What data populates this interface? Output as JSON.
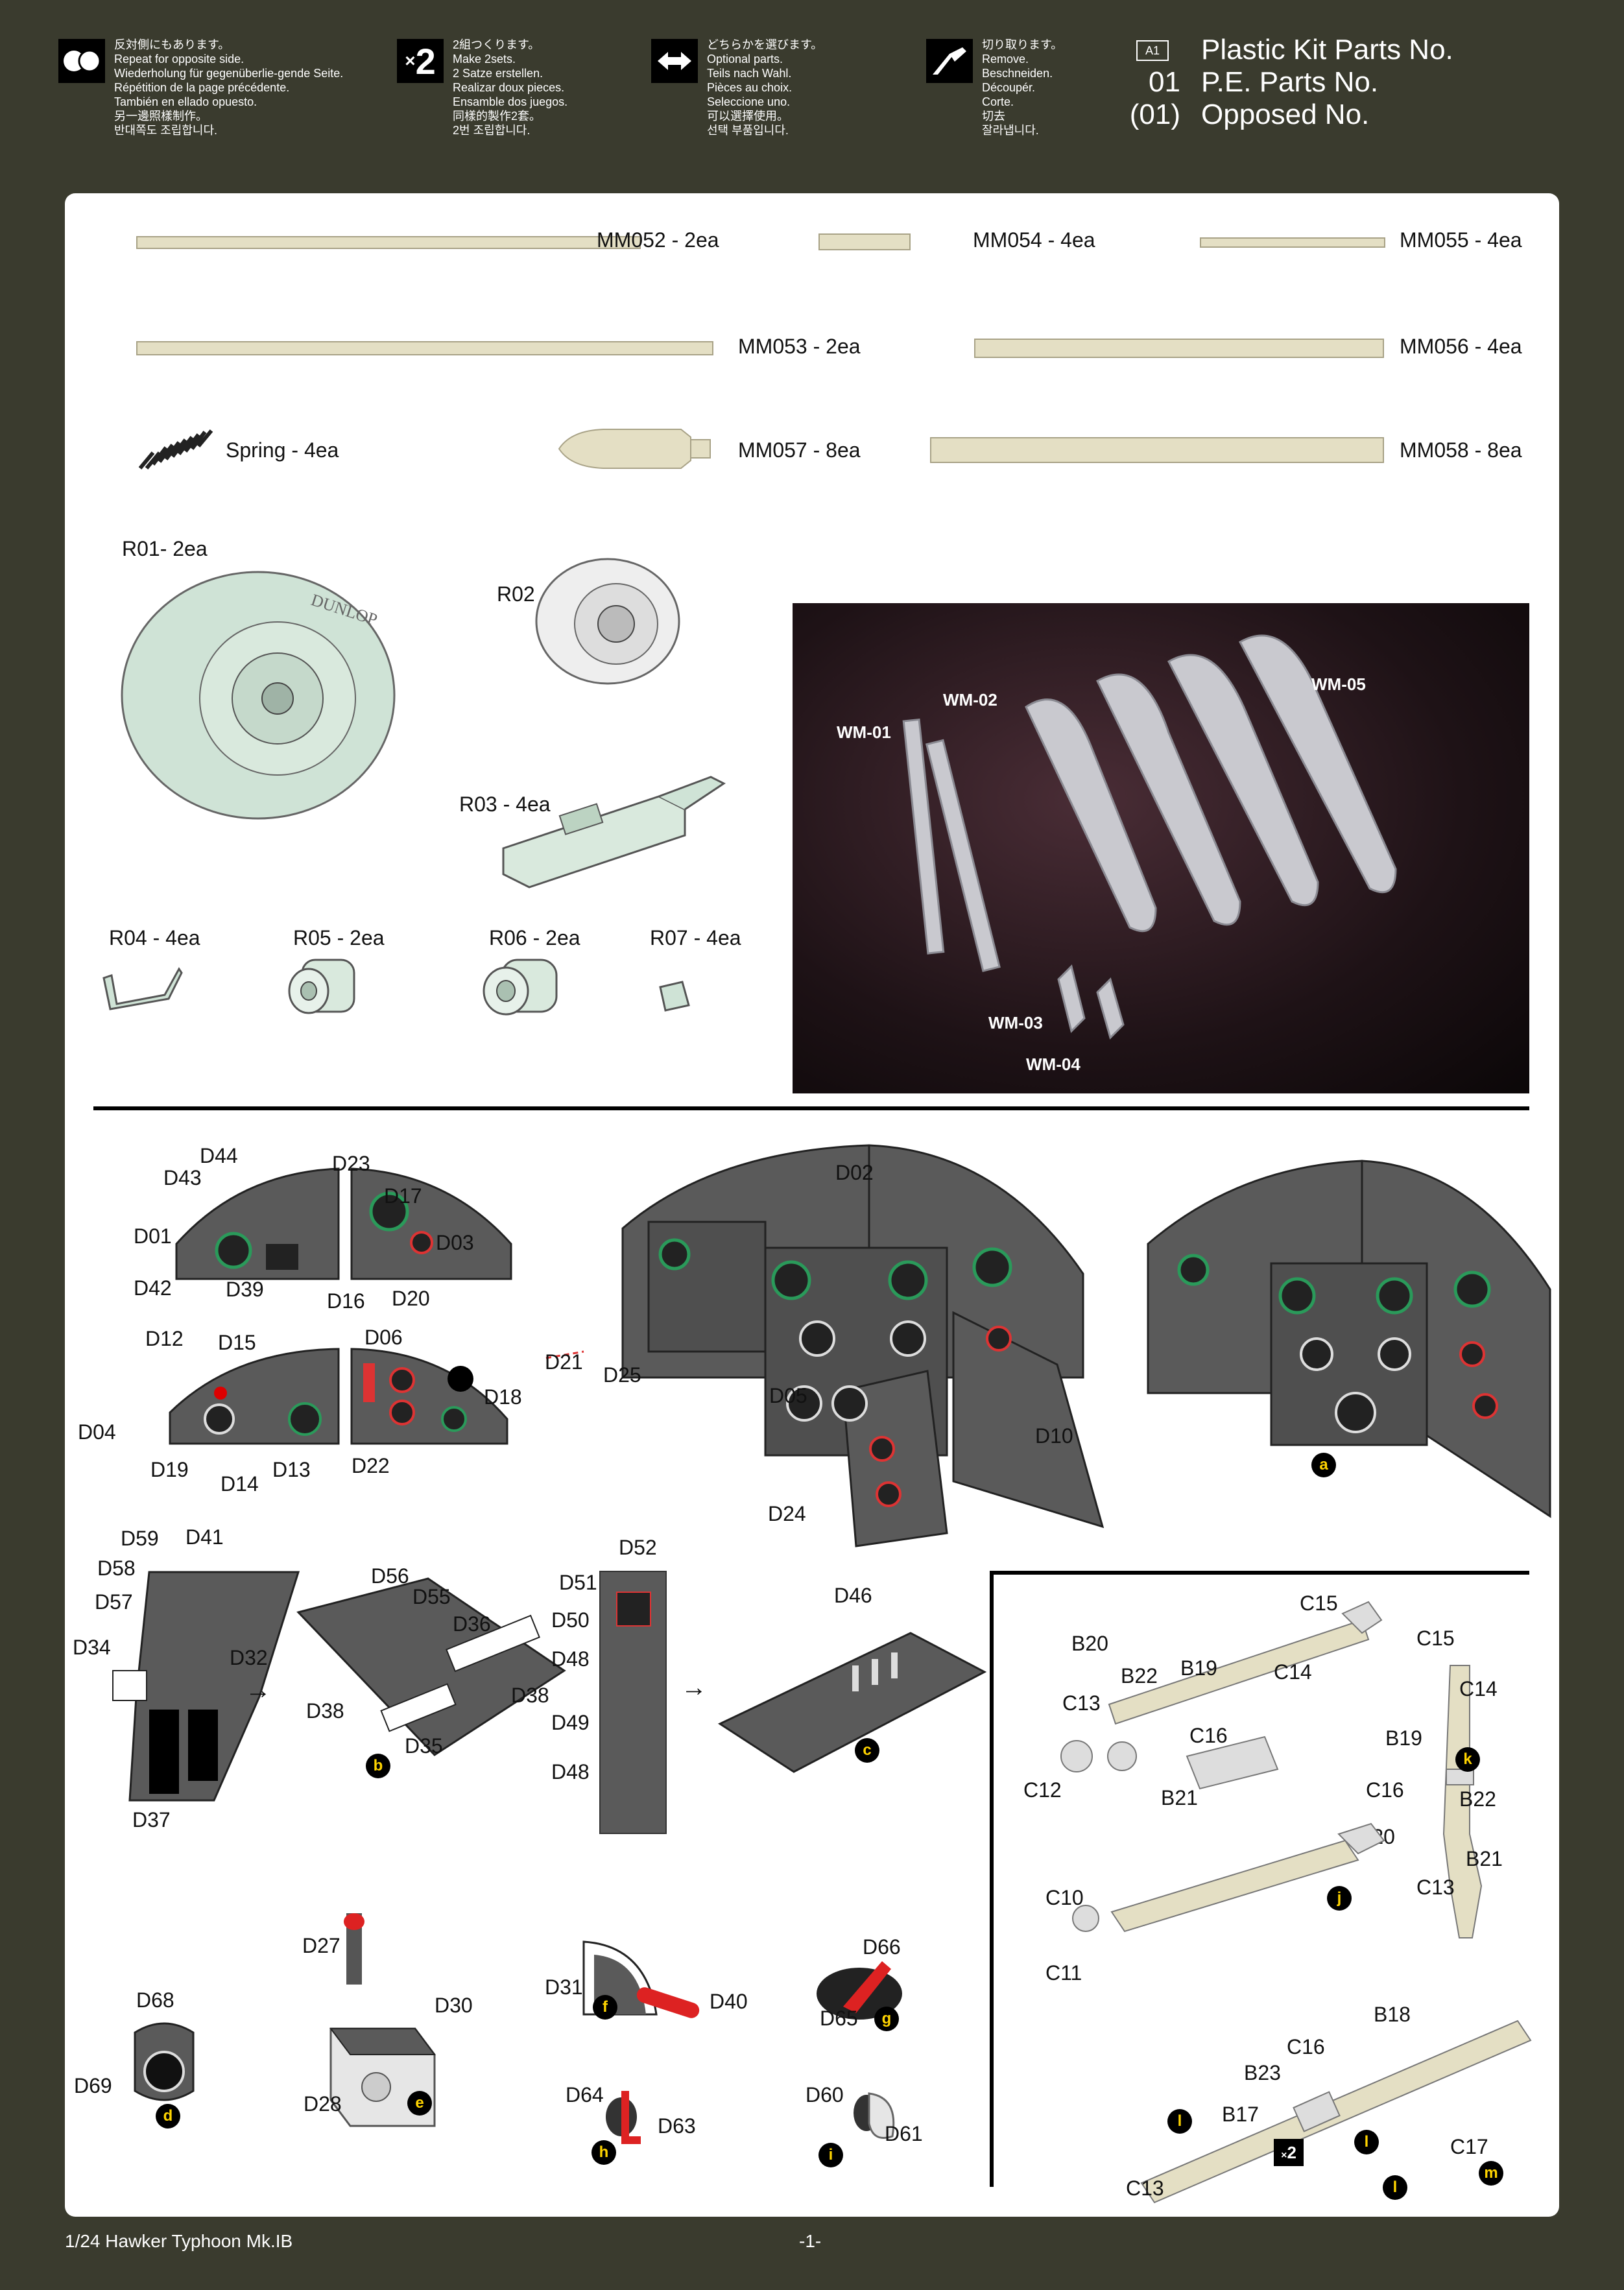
{
  "legend": [
    {
      "icon": "opposite-side-icon",
      "lines": "反対側にもあります。\nRepeat for opposite side.\nWiederholung für gegenüberlie-gende Seite.\nRépétition de la page précédente.\nTambién en ellado opuesto.\n另一邊照樣制作。\n반대쪽도 조립합니다."
    },
    {
      "icon": "x2-icon",
      "lines": "2組つくります。\nMake 2sets.\n2 Satze erstellen.\nRealizar doux pieces.\nEnsamble dos juegos.\n同樣的製作2套。\n2번 조립합니다."
    },
    {
      "icon": "arrows-icon",
      "lines": "どちらかを選びます。\nOptional parts.\nTeils nach Wahl.\nPièces au choix.\nSeleccione uno.\n可以選擇使用。\n선택 부품입니다."
    },
    {
      "icon": "cut-icon",
      "lines": "切り取ります。\nRemove.\nBeschneiden.\nDécoupér.\nCorte.\n切去\n잘라냅니다."
    }
  ],
  "x2_glyph": "2",
  "parts_key": {
    "box": "A1",
    "pe": "01",
    "opp": "(01)",
    "box_label": "Plastic Kit Parts No.",
    "pe_label": "P.E. Parts No.",
    "opp_label": "Opposed No."
  },
  "parts": {
    "mm052": "MM052 - 2ea",
    "mm054": "MM054 - 4ea",
    "mm055": "MM055 - 4ea",
    "mm053": "MM053 - 2ea",
    "mm056": "MM056 - 4ea",
    "spring": "Spring - 4ea",
    "mm057": "MM057 - 8ea",
    "mm058": "MM058 - 8ea",
    "r01": "R01- 2ea",
    "r02": "R02",
    "r03": "R03 - 4ea",
    "r04": "R04 - 4ea",
    "r05": "R05 - 2ea",
    "r06": "R06 - 2ea",
    "r07": "R07 - 4ea"
  },
  "tire_text": "DUNLOP",
  "photo_labels": {
    "wm01": "WM-01",
    "wm02": "WM-02",
    "wm03": "WM-03",
    "wm04": "WM-04",
    "wm05": "WM-05"
  },
  "dash_labels": {
    "d44": "D44",
    "d43": "D43",
    "d01": "D01",
    "d42": "D42",
    "d39": "D39",
    "d23": "D23",
    "d17": "D17",
    "d03": "D03",
    "d16": "D16",
    "d20": "D20",
    "d12": "D12",
    "d15": "D15",
    "d04": "D04",
    "d19": "D19",
    "d14": "D14",
    "d06": "D06",
    "d13": "D13",
    "d22": "D22",
    "d02": "D02",
    "d21": "D21",
    "d18": "D18",
    "d25": "D25",
    "d05": "D05",
    "d10": "D10",
    "d24": "D24"
  },
  "step_a": "a",
  "step_b": "b",
  "step_c": "c",
  "step_d": "d",
  "step_e": "e",
  "step_f": "f",
  "step_g": "g",
  "step_h": "h",
  "step_i": "i",
  "step_j": "j",
  "step_k": "k",
  "step_l": "l",
  "step_m": "m",
  "console_labels": {
    "d59": "D59",
    "d41": "D41",
    "d58": "D58",
    "d57": "D57",
    "d34": "D34",
    "d32": "D32",
    "d37": "D37",
    "d56": "D56",
    "d55": "D55",
    "d36": "D36",
    "d38a": "D38",
    "d38b": "D38",
    "d35": "D35",
    "d52": "D52",
    "d51": "D51",
    "d50": "D50",
    "d48a": "D48",
    "d49": "D49",
    "d48b": "D48",
    "d46": "D46"
  },
  "small_labels": {
    "d27": "D27",
    "d30": "D30",
    "d28": "D28",
    "d68": "D68",
    "d69": "D69",
    "d31": "D31",
    "d40": "D40",
    "d66": "D66",
    "d65": "D65",
    "d64": "D64",
    "d63": "D63",
    "d60": "D60",
    "d61": "D61"
  },
  "belt_labels": {
    "c15": "C15",
    "b20": "B20",
    "b22": "B22",
    "b19": "B19",
    "c14": "C14",
    "c13": "C13",
    "c16": "C16",
    "c12": "C12",
    "b21": "B21",
    "k_c15": "C15",
    "k_c14": "C14",
    "k_b19": "B19",
    "k_c16": "C16",
    "k_b22": "B22",
    "k_b20": "B20",
    "k_b21": "B21",
    "k_c13": "C13",
    "c10": "C10",
    "c11": "C11",
    "b18": "B18",
    "c16b": "C16",
    "b23": "B23",
    "b17": "B17",
    "c17": "C17",
    "c13b": "C13"
  },
  "footer": {
    "title": "1/24 Hawker Typhoon Mk.IB",
    "page": "-1-"
  }
}
